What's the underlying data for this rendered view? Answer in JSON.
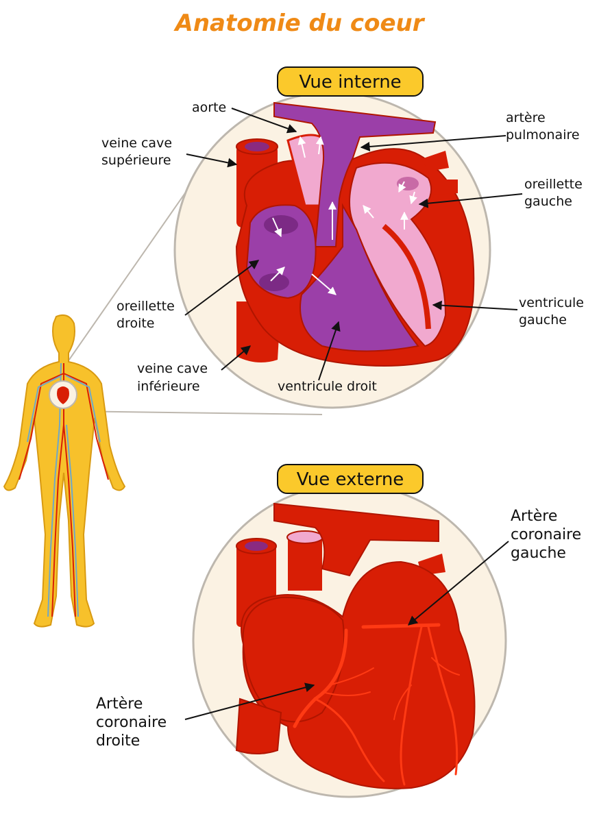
{
  "title": "Anatomie du coeur",
  "internal_view": {
    "heading": "Vue interne",
    "labels": {
      "aorta": "aorte",
      "pulmonary_artery_1": "artère",
      "pulmonary_artery_2": "pulmonaire",
      "superior_vena_cava_1": "veine cave",
      "superior_vena_cava_2": "supérieure",
      "left_atrium_1": "oreillette",
      "left_atrium_2": "gauche",
      "right_atrium_1": "oreillette",
      "right_atrium_2": "droite",
      "left_ventricle_1": "ventricule",
      "left_ventricle_2": "gauche",
      "inferior_vena_cava_1": "veine cave",
      "inferior_vena_cava_2": "inférieure",
      "right_ventricle": "ventricule droit"
    }
  },
  "external_view": {
    "heading": "Vue externe",
    "labels": {
      "left_coronary_1": "Artère",
      "left_coronary_2": "coronaire",
      "left_coronary_3": "gauche",
      "right_coronary_1": "Artère",
      "right_coronary_2": "coronaire",
      "right_coronary_3": "droite"
    }
  },
  "colors": {
    "title": "#ef8a16",
    "circle_fill": "#fbf2e3",
    "circle_stroke": "#bdb7ae",
    "heart_red": "#d81e05",
    "heart_dark": "#b01500",
    "purple": "#9b3fa8",
    "pink": "#f1a9cf",
    "body_yellow": "#f7c12b",
    "badge_fill": "#fbc92b"
  }
}
